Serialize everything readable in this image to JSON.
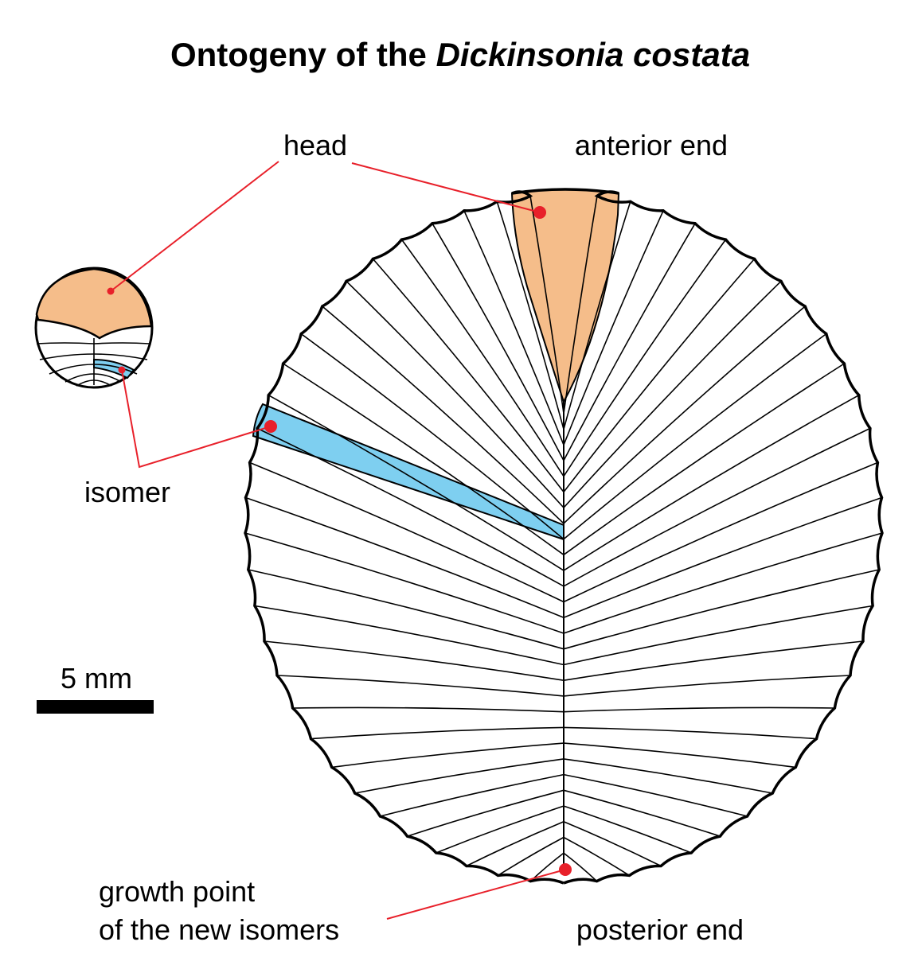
{
  "title": {
    "main": "Ontogeny of the ",
    "species": "Dickinsonia costata"
  },
  "labels": {
    "head": "head",
    "anterior_end": "anterior end",
    "isomer": "isomer",
    "growth_point_line1": "growth point",
    "growth_point_line2": "of the new isomers",
    "posterior_end": "posterior end",
    "scale_bar": "5 mm"
  },
  "colors": {
    "head_fill": "#f5bd8a",
    "isomer_fill": "#7ecff0",
    "leader_line": "#e8202a",
    "outline": "#000000"
  },
  "icons": {
    "marker": "red-dot"
  }
}
